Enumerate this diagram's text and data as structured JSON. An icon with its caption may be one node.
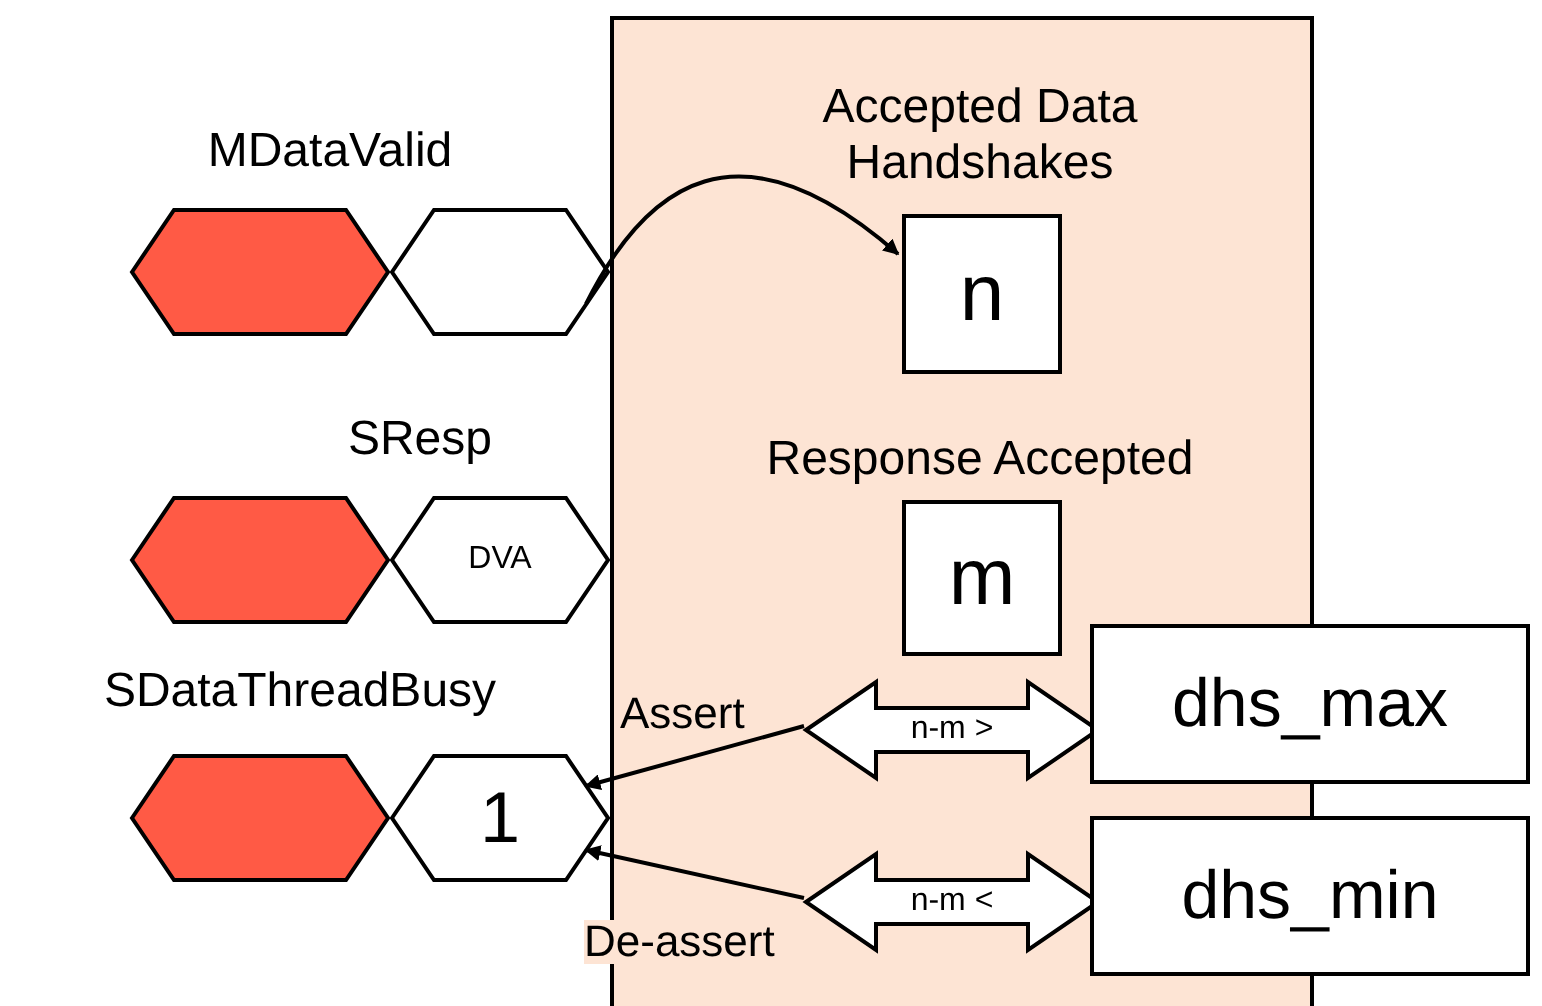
{
  "diagram": {
    "nodes": [
      {
        "text": [],
        "shape": "box"
      },
      {
        "text": [
          "Accepted Data Handshakes",
          "n"
        ],
        "in": 0
      },
      {
        "text": [
          "Response Accepted",
          "m"
        ],
        "in": 0
      },
      {
        "text": [
          "n-m >"
        ],
        "in": 0
      },
      {
        "text": [
          "dhs_max"
        ]
      },
      {
        "text": [
          "n-m <"
        ],
        "in": 0
      },
      {
        "text": [
          "dhs_min"
        ]
      },
      {
        "text": [],
        "shape": "hexagon",
        "beside": [
          "MDataValid"
        ]
      },
      {
        "text": [],
        "shape": "hexagon"
      },
      {
        "text": [],
        "shape": "hexagon",
        "beside": [
          "SResp"
        ]
      },
      {
        "text": [
          "DVA"
        ]
      },
      {
        "text": [],
        "shape": "hexagon",
        "beside": [
          "SDataThreadBusy"
        ]
      },
      {
        "text": [
          "1"
        ]
      }
    ],
    "edges": [
      {
        "from": 8,
        "to": 1,
        "arrow": "to"
      },
      {
        "from": 3,
        "to": 12,
        "arrow": "to",
        "label": "Assert"
      },
      {
        "from": 5,
        "to": 12,
        "arrow": "to",
        "label": "De-assert"
      }
    ]
  }
}
